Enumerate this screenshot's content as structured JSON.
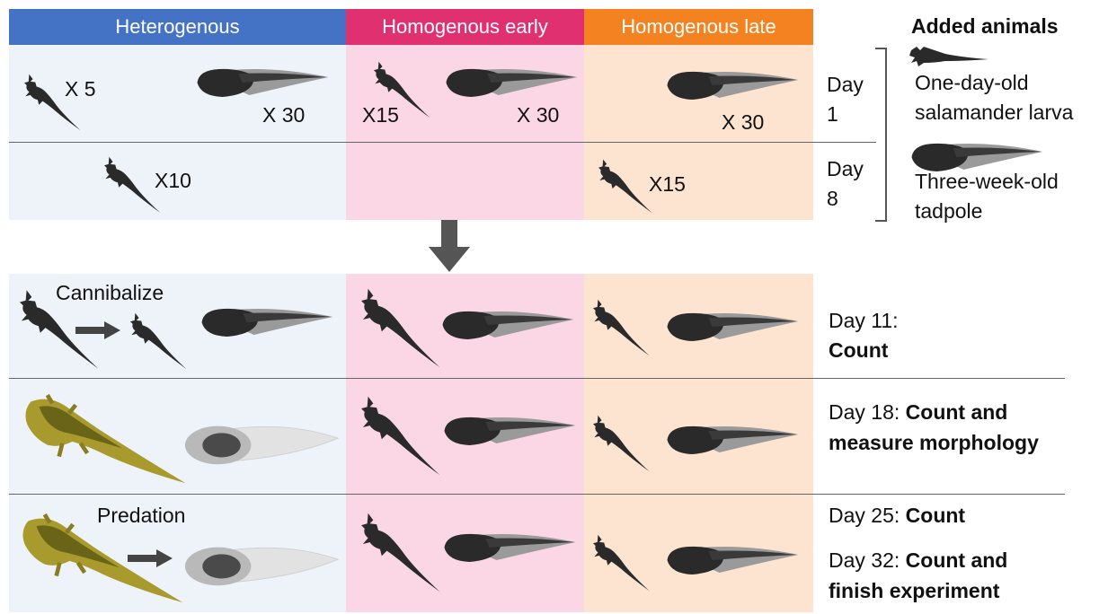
{
  "columns": {
    "heterogenous": {
      "label": "Heterogenous",
      "color": "#4472c4",
      "bg": "#eef2f9"
    },
    "homogenous_early": {
      "label": "Homogenous early",
      "color": "#e0306f",
      "bg": "#fbd6e4"
    },
    "homogenous_late": {
      "label": "Homogenous late",
      "color": "#f58220",
      "bg": "#fde4d0"
    }
  },
  "counts": {
    "het_day1_larva": "X 5",
    "het_day1_tadpole": "X 30",
    "het_day8_larva": "X10",
    "early_day1_larva": "X15",
    "early_day1_tadpole": "X 30",
    "late_day1_tadpole": "X 30",
    "late_day8_larva": "X15"
  },
  "days": {
    "day1": "Day\n1",
    "day8": "Day\n8",
    "day11_prefix": "Day 11:",
    "day11_bold": "Count",
    "day18_prefix": "Day 18: ",
    "day18_bold_1": "Count and",
    "day18_bold_2": "measure morphology",
    "day25_prefix": "Day 25: ",
    "day25_bold": "Count",
    "day32_prefix": "Day 32: ",
    "day32_bold_1": "Count and",
    "day32_bold_2": "finish experiment"
  },
  "legend": {
    "title": "Added animals",
    "larva_label": "One-day-old\nsalamander larva",
    "tadpole_label": "Three-week-old\ntadpole"
  },
  "annotations": {
    "cannibalize": "Cannibalize",
    "predation": "Predation"
  },
  "icons": [
    "salamander-larva-icon",
    "tadpole-icon",
    "arrow-right-icon",
    "arrow-down-icon",
    "bracket-icon"
  ]
}
